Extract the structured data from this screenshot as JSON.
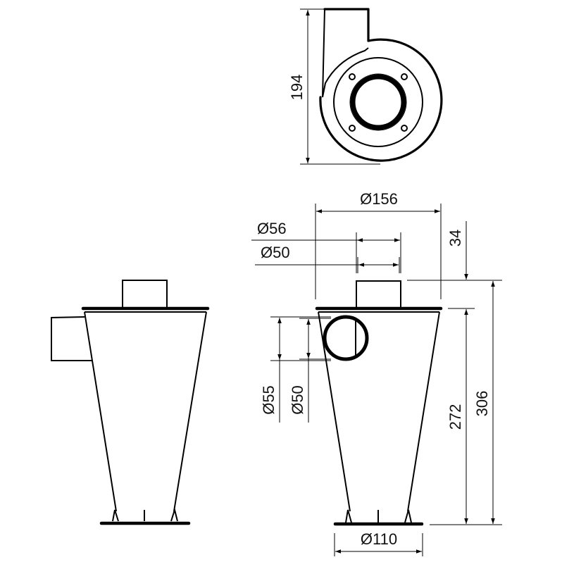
{
  "drawing": {
    "title": "Cyclone separator dimensional drawing",
    "views": [
      "top-view",
      "side-view",
      "front-view"
    ],
    "units": "mm",
    "line_color": "#000000",
    "background": "#ffffff"
  },
  "dimensions": {
    "top_height": "194",
    "body_diameter": "Ø156",
    "outlet_outer_diameter": "Ø56",
    "outlet_inner_diameter": "Ø50",
    "outlet_height": "34",
    "inlet_outer_diameter": "Ø55",
    "inlet_inner_diameter": "Ø50",
    "body_height": "272",
    "total_height": "306",
    "base_diameter": "Ø110"
  }
}
